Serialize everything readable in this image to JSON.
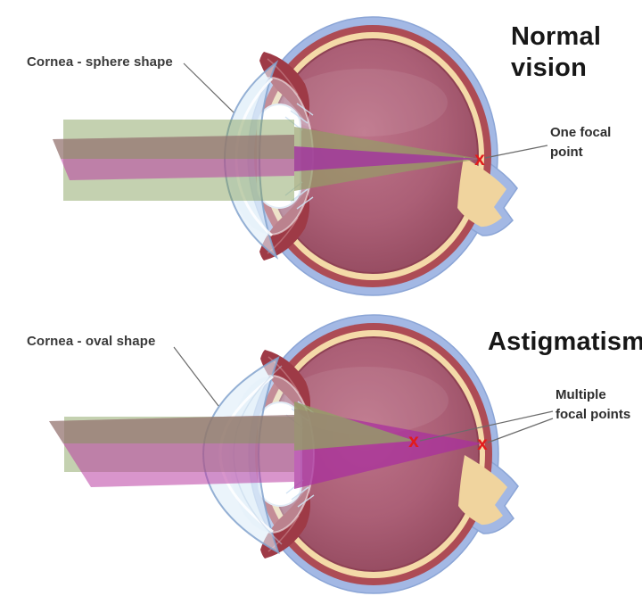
{
  "figure": {
    "background": "#ffffff",
    "panels": [
      {
        "id": "normal-vision",
        "title": "Normal vision",
        "title_lines": [
          "Normal",
          "vision"
        ],
        "cornea_label": "Cornea - sphere shape",
        "focal_label": "One focal point",
        "focal_label_lines": [
          "One focal",
          "point"
        ],
        "focal_marks": [
          "x"
        ],
        "focal_points_count": 1
      },
      {
        "id": "astigmatism",
        "title": "Astigmatism",
        "title_lines": [
          "Astigmatism"
        ],
        "cornea_label": "Cornea - oval shape",
        "focal_label": "Multiple focal points",
        "focal_label_lines": [
          "Multiple",
          "focal points"
        ],
        "focal_marks": [
          "x",
          "x"
        ],
        "focal_points_count": 2
      }
    ],
    "colors": {
      "sclera_blue": "#a3b8e4",
      "choroid_red": "#ad4c55",
      "retina_cream": "#f4daa8",
      "vitreous_maroon": "#a55b71",
      "optic_nerve_tan": "#f0d49e",
      "lens_white": "#ffffff",
      "beam_green": "#7d9850",
      "beam_magenta": "#ba3ea2",
      "focal_mark_red": "#e31b1b",
      "label_text": "#3a3a3a",
      "title_text": "#171717"
    }
  }
}
